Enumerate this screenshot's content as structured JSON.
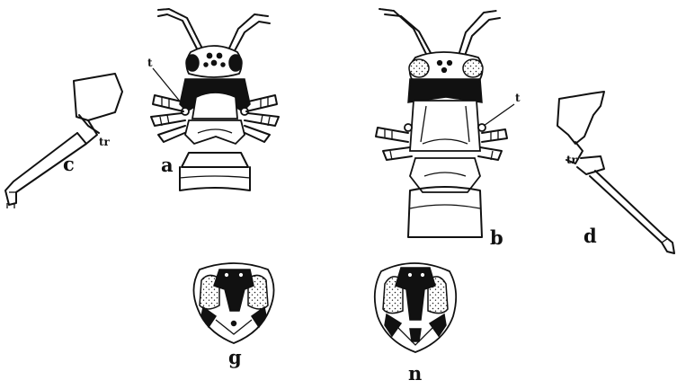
{
  "figure": {
    "labels": {
      "a": "a",
      "b": "b",
      "c": "c",
      "d": "d",
      "g": "g",
      "n": "n",
      "t_a": "t",
      "t_b": "t",
      "tr_c": "tr",
      "tr_d": "tr"
    }
  }
}
